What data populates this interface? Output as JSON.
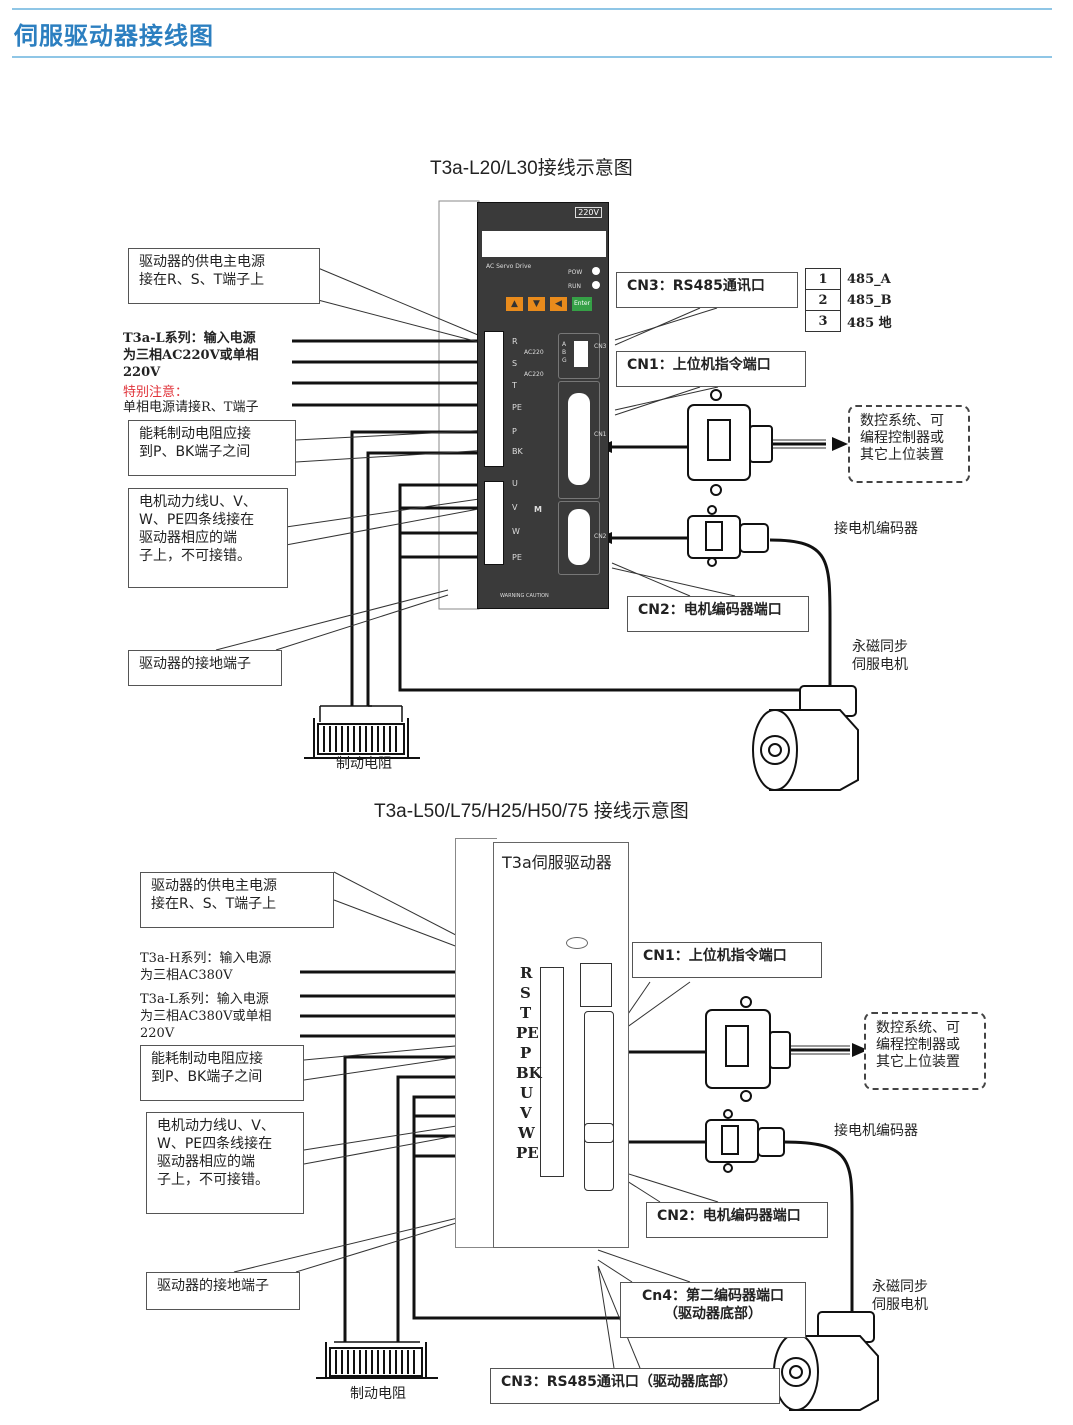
{
  "page": {
    "title": "伺服驱动器接线图"
  },
  "diagram1": {
    "title": "T3a-L20/L30接线示意图",
    "drive": {
      "voltage_tag": "220V",
      "brand": "AC Servo Drive",
      "led_pow": "POW",
      "led_run": "RUN",
      "key_up": "▲",
      "key_down": "▼",
      "key_left": "◀",
      "key_enter": "Enter",
      "terminal_r": "R",
      "terminal_s": "S",
      "terminal_t": "T",
      "terminal_pe": "PE",
      "terminal_p": "P",
      "terminal_bk": "BK",
      "terminal_u": "U",
      "terminal_v": "V",
      "terminal_w": "W",
      "terminal_pe2": "PE",
      "ac220_1": "AC220",
      "ac220_2": "AC220",
      "cn3_label": "CN3",
      "cn1_label": "CN1",
      "cn2_label": "CN2",
      "abg": "A B G",
      "motor_symbol": "M",
      "warning": "WARNING",
      "caution": "CAUTION"
    },
    "labels": {
      "power_main": "驱动器的供电主电源\n接在R、S、T端子上",
      "input_power": "T3a-L系列：输入电源\n为三相AC220V或单相\n220V",
      "special_note": "特别注意：",
      "single_phase": "单相电源请接R、T端子",
      "brake_resistor_conn": "能耗制动电阻应接\n到P、BK端子之间",
      "motor_power": "电机动力线U、V、\nW、PE四条线接在\n驱动器相应的端\n子上，不可接错。",
      "ground": "驱动器的接地端子",
      "brake_resistor": "制动电阻",
      "cn3": "CN3：RS485通讯口",
      "cn1": "CN1：上位机指令端口",
      "cn2": "CN2：电机编码器端口",
      "cnc": "数控系统、可\n编程控制器或\n其它上位装置",
      "encoder": "接电机编码器",
      "motor": "永磁同步\n伺服电机"
    },
    "cn3_table": [
      {
        "pin": "1",
        "signal": "485_A"
      },
      {
        "pin": "2",
        "signal": "485_B"
      },
      {
        "pin": "3",
        "signal": "485 地"
      }
    ]
  },
  "diagram2": {
    "title": "T3a-L50/L75/H25/H50/75 接线示意图",
    "drive": {
      "name": "T3a伺服驱动器",
      "terminals": [
        "R",
        "S",
        "T",
        "PE",
        "P",
        "BK",
        "U",
        "V",
        "W",
        "PE"
      ]
    },
    "labels": {
      "power_main": "驱动器的供电主电源\n接在R、S、T端子上",
      "input_h": "T3a-H系列：输入电源\n为三相AC380V",
      "input_l": "T3a-L系列：输入电源\n为三相AC380V或单相\n220V",
      "brake_resistor_conn": "能耗制动电阻应接\n到P、BK端子之间",
      "motor_power": "电机动力线U、V、\nW、PE四条线接在\n驱动器相应的端\n子上，不可接错。",
      "ground": "驱动器的接地端子",
      "brake_resistor": "制动电阻",
      "cn1": "CN1：上位机指令端口",
      "cn2": "CN2：电机编码器端口",
      "cn4": "Cn4：第二编码器端口\n（驱动器底部）",
      "cn3": "CN3：RS485通讯口（驱动器底部）",
      "cnc": "数控系统、可\n编程控制器或\n其它上位装置",
      "encoder": "接电机编码器",
      "motor": "永磁同步\n伺服电机"
    }
  }
}
